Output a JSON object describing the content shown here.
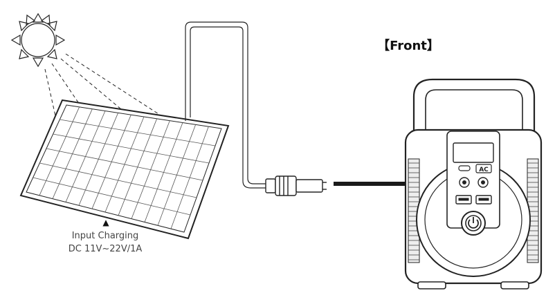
{
  "diagram": {
    "front_label": "【Front】",
    "input_line1": "Input Charging",
    "input_line2": "DC 11V~22V/1A",
    "ac_badge": "AC",
    "colors": {
      "stroke": "#222222",
      "bg": "#ffffff",
      "arrow": "#1a1a1a"
    },
    "icons": [
      "sun-icon",
      "solar-panel-icon",
      "dc-plug-icon",
      "power-station-icon",
      "power-button-icon",
      "arrow-right-icon",
      "triangle-up-icon"
    ]
  }
}
